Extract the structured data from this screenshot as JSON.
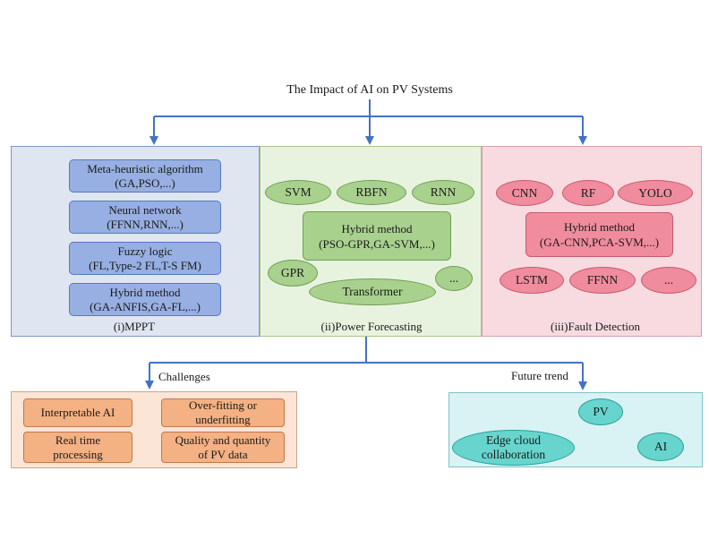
{
  "title": "The Impact of AI on PV Systems",
  "mppt": {
    "items": [
      {
        "line1": "Meta-heuristic algorithm",
        "line2": "(GA,PSO,...)"
      },
      {
        "line1": "Neural network",
        "line2": "(FFNN,RNN,...)"
      },
      {
        "line1": "Fuzzy logic",
        "line2": "(FL,Type-2 FL,T-S FM)"
      },
      {
        "line1": "Hybrid method",
        "line2": "(GA-ANFIS,GA-FL,...)"
      }
    ],
    "caption": "(i)MPPT"
  },
  "power_forecasting": {
    "svm": "SVM",
    "rbfn": "RBFN",
    "rnn": "RNN",
    "hybrid_line1": "Hybrid method",
    "hybrid_line2": "(PSO-GPR,GA-SVM,...)",
    "gpr": "GPR",
    "ellipsis": "...",
    "transformer": "Transformer",
    "caption": "(ii)Power Forecasting"
  },
  "fault_detection": {
    "cnn": "CNN",
    "rf": "RF",
    "yolo": "YOLO",
    "hybrid_line1": "Hybrid method",
    "hybrid_line2": "(GA-CNN,PCA-SVM,...)",
    "lstm": "LSTM",
    "ffnn": "FFNN",
    "ellipsis": "...",
    "caption": "(iii)Fault Detection"
  },
  "challenges": {
    "label": "Challenges",
    "interpretable": "Interpretable AI",
    "overfit_line1": "Over-fitting or",
    "overfit_line2": "underfitting",
    "realtime_line1": "Real time",
    "realtime_line2": "processing",
    "quality_line1": "Quality and quantity",
    "quality_line2": "of PV data"
  },
  "future": {
    "label": "Future trend",
    "pv": "PV",
    "ai": "AI",
    "edge_line1": "Edge cloud",
    "edge_line2": "collaboration"
  },
  "colors": {
    "arrow": "#4472c4",
    "mppt_box": "#97afe2",
    "pf_shape": "#a9d18e",
    "fd_shape": "#f08c9e",
    "challenge_box": "#f4b183",
    "future_shape": "#67d5cd"
  }
}
